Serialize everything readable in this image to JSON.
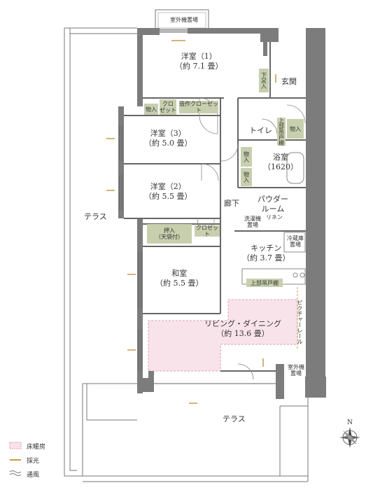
{
  "rooms": {
    "western1_name": "洋室（1）",
    "western1_size": "（約 7.1 畳）",
    "western3_name": "洋室（3）",
    "western3_size": "（約 5.0 畳）",
    "western2_name": "洋室（2）",
    "western2_size": "（約 5.5 畳）",
    "japanese_name": "和室",
    "japanese_size": "（約 5.5 畳）",
    "living_name": "リビング・ダイニング",
    "living_size": "（約 13.6 畳）",
    "kitchen_name": "キッチン",
    "kitchen_size": "（約 3.7 畳）",
    "bath_name": "浴室",
    "bath_size": "（1620）",
    "powder_name": "パウダー",
    "powder_name2": "ルーム",
    "toilet": "トイレ",
    "corridor": "廊下",
    "entrance": "玄関",
    "terrace_west": "テラス",
    "terrace_south": "テラス"
  },
  "fixtures": {
    "outdoor_unit_top": "室外機置場",
    "outdoor_unit_right_1": "室外機",
    "outdoor_unit_right_2": "置場",
    "closet_1": "クロ",
    "closet_2": "ゼット",
    "storage": "物入",
    "builtin_closet": "造作クローゼット",
    "shoe_box": "下足入",
    "upper_cabinet_toilet": "上部吊戸棚",
    "storage_toilet": "物入",
    "storage_bath_1": "物入",
    "storage_bath_2": "物入",
    "closet_hall": "クロゼット",
    "oshiire_1": "押入",
    "oshiire_2": "（天袋付）",
    "washer_1": "洗濯機",
    "washer_2": "置場",
    "linen": "リネン",
    "fridge_1": "冷蔵庫",
    "fridge_2": "置場",
    "upper_cabinet_kitchen": "上部吊戸棚",
    "picture_rail": "ピクチャーレール"
  },
  "legend": {
    "floor_heating": "床暖房",
    "lighting": "採光",
    "ventilation": "通風"
  },
  "compass": {
    "north": "N"
  },
  "colors": {
    "wall": "#7c7c7c",
    "floor_heating": "#f9e3ea",
    "floor_heating_border": "#d9a2b4",
    "storage_tag": "#c8cfae",
    "lighting": "#c99a4a"
  }
}
